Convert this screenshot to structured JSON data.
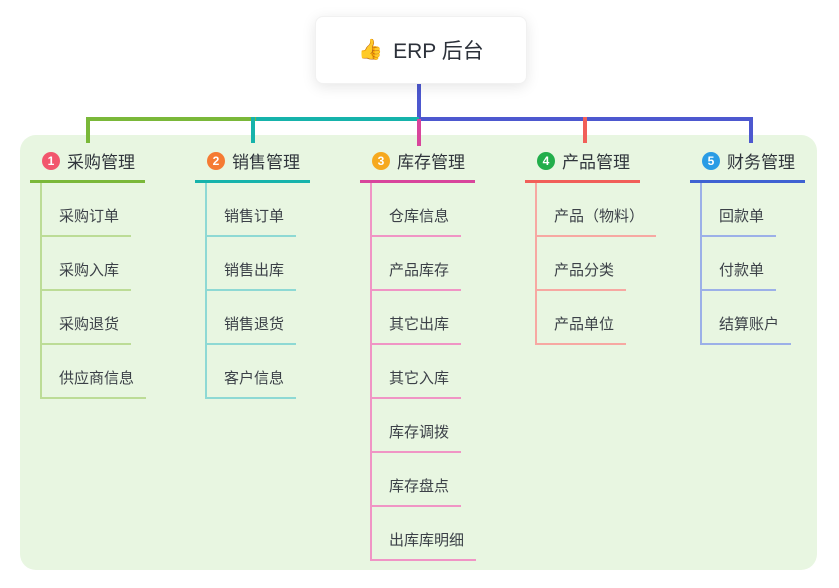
{
  "root": {
    "icon": "👍",
    "label": "ERP 后台"
  },
  "colors": {
    "canvas_bg": "#ffffff",
    "panel_bg": "#e8f6e1",
    "root_line": "#4d58cf",
    "card_bg": "#ffffff",
    "header_text": "#30353c",
    "child_text": "#3c4148"
  },
  "branches": [
    {
      "badge": "1",
      "label": "采购管理",
      "badge_color": "#f2566d",
      "color": "#7ab839",
      "light_color": "#bcdc96",
      "children": [
        "采购订单",
        "采购入库",
        "采购退货",
        "供应商信息"
      ]
    },
    {
      "badge": "2",
      "label": "销售管理",
      "badge_color": "#f57b33",
      "color": "#16b3ab",
      "light_color": "#8ed9d4",
      "children": [
        "销售订单",
        "销售出库",
        "销售退货",
        "客户信息"
      ]
    },
    {
      "badge": "3",
      "label": "库存管理",
      "badge_color": "#f6a91f",
      "color": "#d8459c",
      "light_color": "#f095c5",
      "children": [
        "仓库信息",
        "产品库存",
        "其它出库",
        "其它入库",
        "库存调拨",
        "库存盘点",
        "出库库明细"
      ]
    },
    {
      "badge": "4",
      "label": "产品管理",
      "badge_color": "#22ae4b",
      "color": "#f15f59",
      "light_color": "#f7a8a2",
      "children": [
        "产品（物料）",
        "产品分类",
        "产品单位"
      ]
    },
    {
      "badge": "5",
      "label": "财务管理",
      "badge_color": "#2a9ce5",
      "color": "#3f62d2",
      "light_color": "#9cb0e8",
      "children": [
        "回款单",
        "付款单",
        "结算账户"
      ]
    }
  ]
}
